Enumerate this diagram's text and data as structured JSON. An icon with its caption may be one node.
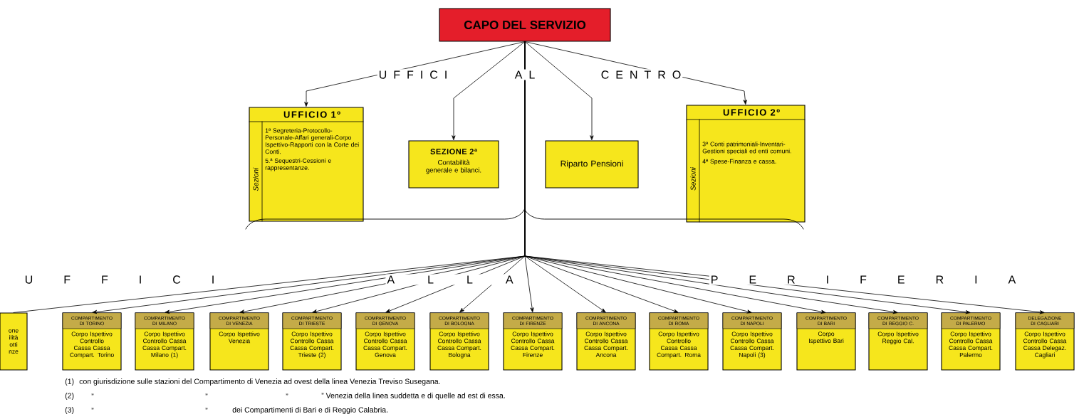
{
  "diagram": {
    "nodes": [
      {
        "text": [
          "CAPO DEL SERVIZIO"
        ]
      },
      {
        "text": [
          "UFFICIO 1º",
          "Sezioni",
          "1ª Segreteria-Protocollo-Personale-Affari generali-Corpo Ispettivo-Rapporti con la Corte dei Conti.",
          "5.ª Sequestri-Cessioni e rappresentanze."
        ]
      },
      {
        "text": [
          "SEZIONE 2ª",
          "Contabilità generale e bilanci."
        ]
      },
      {
        "text": [
          "Riparto Pensioni"
        ]
      },
      {
        "text": [
          "UFFICIO 2º",
          "Sezioni",
          "3ª Conti patrimoniali-Inventari-Gestioni speciali ed enti comuni.",
          "4ª Spese-Finanza e cassa."
        ]
      },
      {
        "text": [
          "one ilità otti nze"
        ]
      },
      {
        "text": [
          "COMPARTIMENTO DI TORINO",
          "Corpo Ispettivo Controllo Cassa Cassa Compart. Torino"
        ]
      },
      {
        "text": [
          "COMPARTIMENTO DI MILANO",
          "Corpo Ispettivo Controllo Cassa Cassa Compart. Milano (1)"
        ]
      },
      {
        "text": [
          "COMPARTIMENTO DI VENEZIA",
          "Corpo Ispettivo Venezia"
        ]
      },
      {
        "text": [
          "COMPARTIMENTO DI TRIESTE",
          "Corpo Ispettivo Controllo Cassa Cassa Compart. Trieste (2)"
        ]
      },
      {
        "text": [
          "COMPARTIMENTO DI GENOVA",
          "Corpo Ispettivo Controllo Cassa Cassa Compart. Genova"
        ]
      },
      {
        "text": [
          "COMPARTIMENTO DI BOLOGNA",
          "Corpo Ispettivo Controllo Cassa Cassa Compart. Bologna"
        ]
      },
      {
        "text": [
          "COMPARTIMENTO DI FIRENZE",
          "Corpo Ispettivo Controllo Cassa Cassa Compart. Firenze"
        ]
      },
      {
        "text": [
          "COMPARTIMENTO DI ANCONA",
          "Corpo Ispettivo Controllo Cassa Cassa Compart. Ancona"
        ]
      },
      {
        "text": [
          "COMPARTIMENTO DI ROMA",
          "Corpo Ispettivo Controllo Cassa Cassa Compart. Roma"
        ]
      },
      {
        "text": [
          "COMPARTIMENTO DI NAPOLI",
          "Corpo Ispettivo Controllo Cassa Cassa Compart. Napoli (3)"
        ]
      },
      {
        "text": [
          "COMPARTIMENTO DI BARI",
          "Corpo Ispettivo Bari"
        ]
      },
      {
        "text": [
          "COMPARTIMENTO DI REGGIO C.",
          "Corpo Ispettivo Reggio Cal."
        ]
      },
      {
        "text": [
          "COMPARTIMENTO DI PALERMO",
          "Corpo Ispettivo Controllo Cassa Cassa Compart. Palermo"
        ]
      },
      {
        "text": [
          "DELEGAZIONE DI CAGLIARI",
          "Corpo Ispettivo Controllo Cassa Cassa Delegaz. Cagliari"
        ]
      }
    ],
    "edges": [
      {
        "from": 0,
        "to": 1,
        "arrow": "to"
      },
      {
        "from": 0,
        "to": 2,
        "arrow": "to"
      },
      {
        "from": 0,
        "to": 3,
        "arrow": "to"
      },
      {
        "from": 0,
        "to": 4,
        "arrow": "to"
      },
      {
        "from": 0,
        "to": 5,
        "arrow": "none"
      },
      {
        "from": 0,
        "to": 6,
        "arrow": "to"
      },
      {
        "from": 0,
        "to": 7,
        "arrow": "to"
      },
      {
        "from": 0,
        "to": 8,
        "arrow": "to"
      },
      {
        "from": 0,
        "to": 9,
        "arrow": "to"
      },
      {
        "from": 0,
        "to": 10,
        "arrow": "to"
      },
      {
        "from": 0,
        "to": 11,
        "arrow": "to"
      },
      {
        "from": 0,
        "to": 12,
        "arrow": "to"
      },
      {
        "from": 0,
        "to": 13,
        "arrow": "to"
      },
      {
        "from": 0,
        "to": 14,
        "arrow": "to"
      },
      {
        "from": 0,
        "to": 15,
        "arrow": "to"
      },
      {
        "from": 0,
        "to": 16,
        "arrow": "to"
      },
      {
        "from": 0,
        "to": 17,
        "arrow": "to"
      },
      {
        "from": 0,
        "to": 18,
        "arrow": "to"
      },
      {
        "from": 0,
        "to": 19,
        "arrow": "to"
      }
    ],
    "labels": [
      "U F F I C I",
      "A L",
      "C E N T R O",
      "U F F I C I",
      "A L L A",
      "P E R I F E R I A",
      "(1)",
      "con giurisdizione sulle stazioni del Compartimento di Venezia ad ovest della linea Venezia Treviso Susegana.",
      "(2)",
      "”",
      "”",
      "”",
      "” Venezia della linea suddetta e di quelle ad est di essa.",
      "(3)",
      "”",
      "”",
      "dei Compartimenti di Bari e di Reggio Calabria."
    ]
  }
}
